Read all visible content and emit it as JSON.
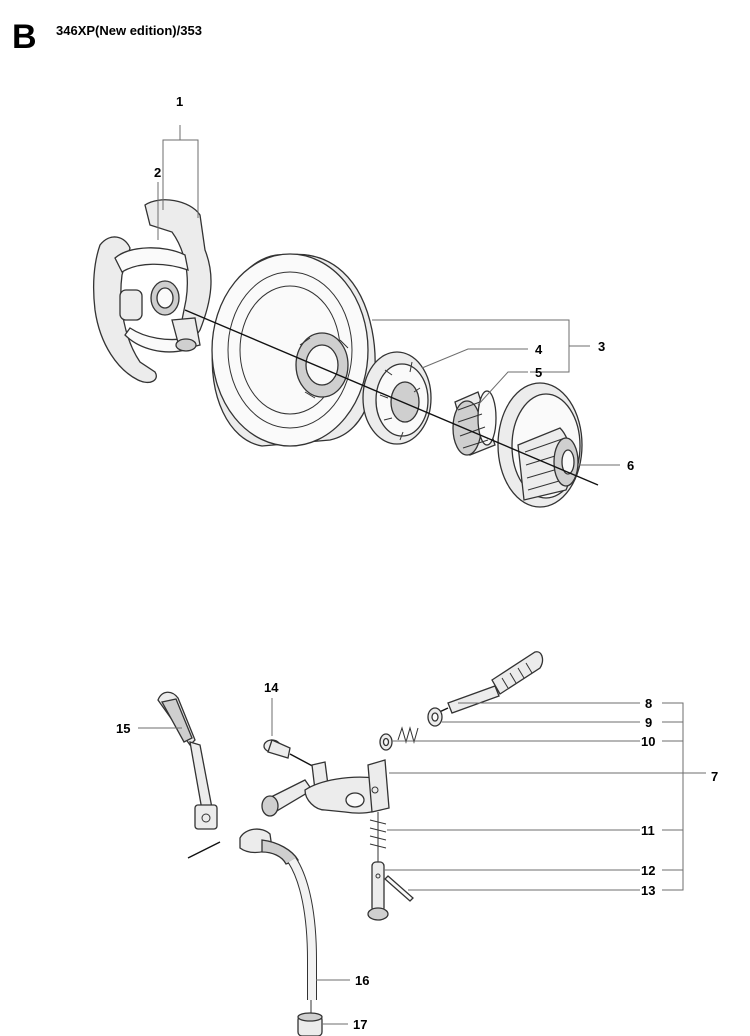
{
  "header": {
    "section_letter": "B",
    "model": "346XP(New edition)/353"
  },
  "callouts": {
    "c1": "1",
    "c2": "2",
    "c3": "3",
    "c4": "4",
    "c5": "5",
    "c6": "6",
    "c7": "7",
    "c8": "8",
    "c9": "9",
    "c10": "10",
    "c11": "11",
    "c12": "12",
    "c13": "13",
    "c14": "14",
    "c15": "15",
    "c16": "16",
    "c17": "17"
  }
}
